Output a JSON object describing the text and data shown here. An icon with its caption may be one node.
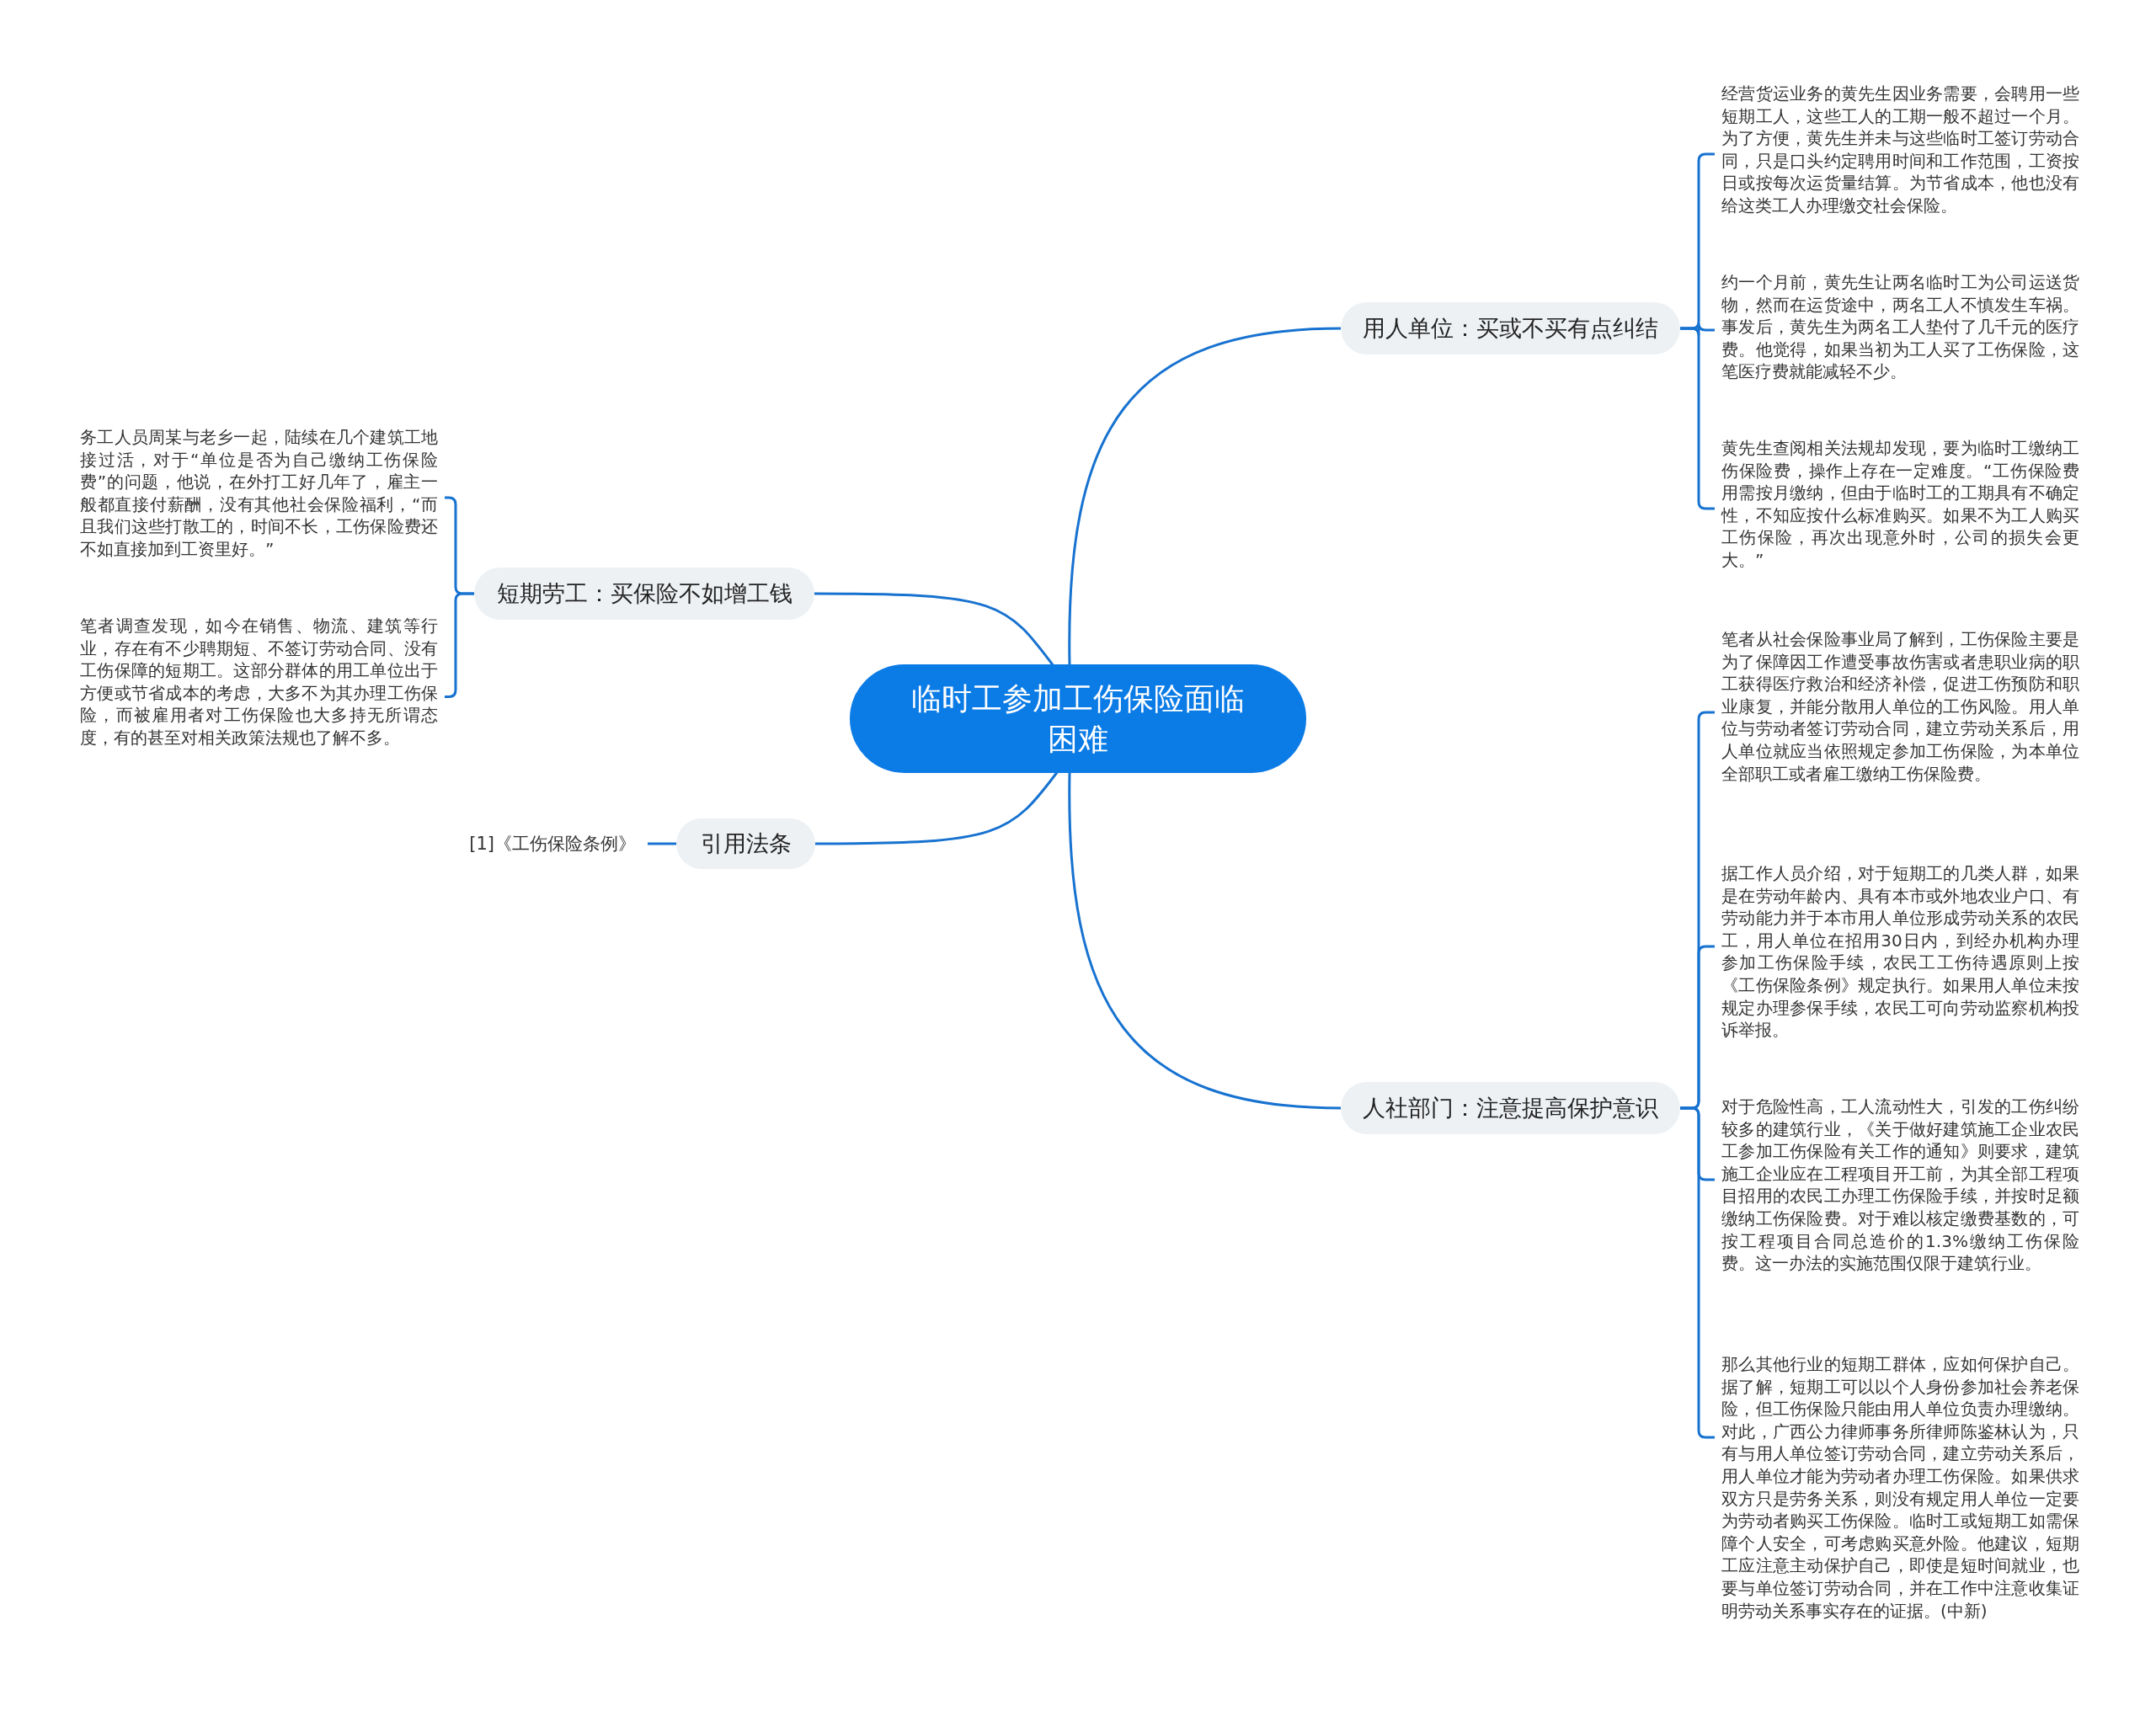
{
  "diagram": {
    "nodes": [
      {
        "text": [
          "临时工参加工伤保险面临困难"
        ]
      },
      {
        "text": [
          "用人单位：买或不买有点纠结"
        ]
      },
      {
        "text": [
          "经营货运业务的黄先生因业务需要，会聘用一些短期工人，这些工人的工期一般不超过一个月。为了方便，黄先生并未与这些临时工签订劳动合同，只是口头约定聘用时间和工作范围，工资按日或按每次运货量结算。为节省成本，他也没有给这类工人办理缴交社会保险。"
        ]
      },
      {
        "text": [
          "约一个月前，黄先生让两名临时工为公司运送货物，然而在运货途中，两名工人不慎发生车祸。事发后，黄先生为两名工人垫付了几千元的医疗费。他觉得，如果当初为工人买了工伤保险，这笔医疗费就能减轻不少。"
        ]
      },
      {
        "text": [
          "黄先生查阅相关法规却发现，要为临时工缴纳工伤保险费，操作上存在一定难度。“工伤保险费用需按月缴纳，但由于临时工的工期具有不确定性，不知应按什么标准购买。如果不为工人购买工伤保险，再次出现意外时，公司的损失会更大。”"
        ]
      },
      {
        "text": [
          "人社部门：注意提高保护意识"
        ]
      },
      {
        "text": [
          "笔者从社会保险事业局了解到，工伤保险主要是为了保障因工作遭受事故伤害或者患职业病的职工获得医疗救治和经济补偿，促进工伤预防和职业康复，并能分散用人单位的工伤风险。用人单位与劳动者签订劳动合同，建立劳动关系后，用人单位就应当依照规定参加工伤保险，为本单位全部职工或者雇工缴纳工伤保险费。"
        ]
      },
      {
        "text": [
          "据工作人员介绍，对于短期工的几类人群，如果是在劳动年龄内、具有本市或外地农业户口、有劳动能力并于本市用人单位形成劳动关系的农民工，用人单位在招用30日内，到经办机构办理参加工伤保险手续，农民工工伤待遇原则上按《工伤保险条例》规定执行。如果用人单位未按规定办理参保手续，农民工可向劳动监察机构投诉举报。"
        ]
      },
      {
        "text": [
          "对于危险性高，工人流动性大，引发的工伤纠纷较多的建筑行业，《关于做好建筑施工企业农民工参加工伤保险有关工作的通知》则要求，建筑施工企业应在工程项目开工前，为其全部工程项目招用的农民工办理工伤保险手续，并按时足额缴纳工伤保险费。对于难以核定缴费基数的，可按工程项目合同总造价的1.3%缴纳工伤保险费。这一办法的实施范围仅限于建筑行业。"
        ]
      },
      {
        "text": [
          "那么其他行业的短期工群体，应如何保护自己。据了解，短期工可以以个人身份参加社会养老保险，但工伤保险只能由用人单位负责办理缴纳。对此，广西公力律师事务所律师陈鉴林认为，只有与用人单位签订劳动合同，建立劳动关系后，用人单位才能为劳动者办理工伤保险。如果供求双方只是劳务关系，则没有规定用人单位一定要为劳动者购买工伤保险。临时工或短期工如需保障个人安全，可考虑购买意外险。他建议，短期工应注意主动保护自己，即使是短时间就业，也要与单位签订劳动合同，并在工作中注意收集证明劳动关系事实存在的证据。(中新)"
        ]
      },
      {
        "text": [
          "短期劳工：买保险不如增工钱"
        ]
      },
      {
        "text": [
          "务工人员周某与老乡一起，陆续在几个建筑工地接过活，对于“单位是否为自己缴纳工伤保险费”的问题，他说，在外打工好几年了，雇主一般都直接付薪酬，没有其他社会保险福利，“而且我们这些打散工的，时间不长，工伤保险费还不如直接加到工资里好。”"
        ]
      },
      {
        "text": [
          "笔者调查发现，如今在销售、物流、建筑等行业，存在有不少聘期短、不签订劳动合同、没有工伤保障的短期工。这部分群体的用工单位出于方便或节省成本的考虑，大多不为其办理工伤保险，而被雇用者对工伤保险也大多持无所谓态度，有的甚至对相关政策法规也了解不多。"
        ]
      },
      {
        "text": [
          "引用法条"
        ]
      },
      {
        "text": [
          "[1]《工伤保险条例》"
        ]
      }
    ],
    "edges": [
      {
        "from": 0,
        "to": 1,
        "arrow": "none"
      },
      {
        "from": 1,
        "to": 2,
        "arrow": "none"
      },
      {
        "from": 1,
        "to": 3,
        "arrow": "none"
      },
      {
        "from": 1,
        "to": 4,
        "arrow": "none"
      },
      {
        "from": 0,
        "to": 5,
        "arrow": "none"
      },
      {
        "from": 5,
        "to": 6,
        "arrow": "none"
      },
      {
        "from": 5,
        "to": 7,
        "arrow": "none"
      },
      {
        "from": 5,
        "to": 8,
        "arrow": "none"
      },
      {
        "from": 5,
        "to": 9,
        "arrow": "none"
      },
      {
        "from": 0,
        "to": 10,
        "arrow": "none"
      },
      {
        "from": 10,
        "to": 11,
        "arrow": "none"
      },
      {
        "from": 10,
        "to": 12,
        "arrow": "none"
      },
      {
        "from": 0,
        "to": 13,
        "arrow": "none"
      },
      {
        "from": 13,
        "to": 14,
        "arrow": "none"
      }
    ]
  }
}
